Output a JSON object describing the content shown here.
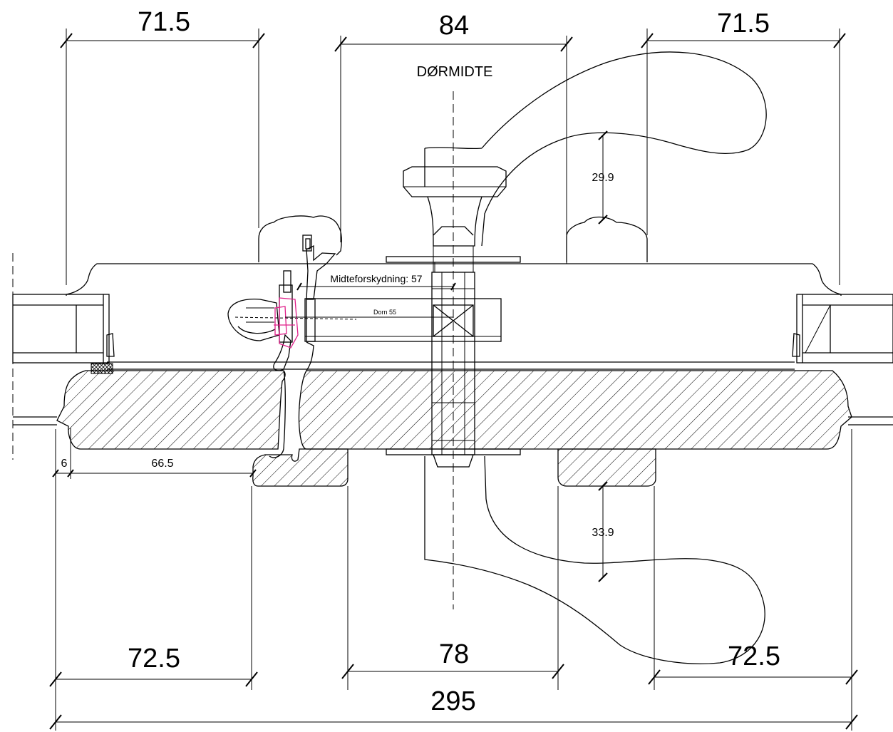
{
  "dimensions": {
    "top_left": "71.5",
    "top_center": "84",
    "top_right": "71.5",
    "bottom_left": "72.5",
    "bottom_center": "78",
    "bottom_right": "72.5",
    "overall": "295",
    "gap_small": "6",
    "offset": "66.5",
    "handle_clearance_top": "29.9",
    "handle_clearance_bottom": "33.9"
  },
  "labels": {
    "door_center": "DØRMIDTE",
    "center_offset": "Midteforskydning: 57",
    "backset": "Dorn 55"
  }
}
